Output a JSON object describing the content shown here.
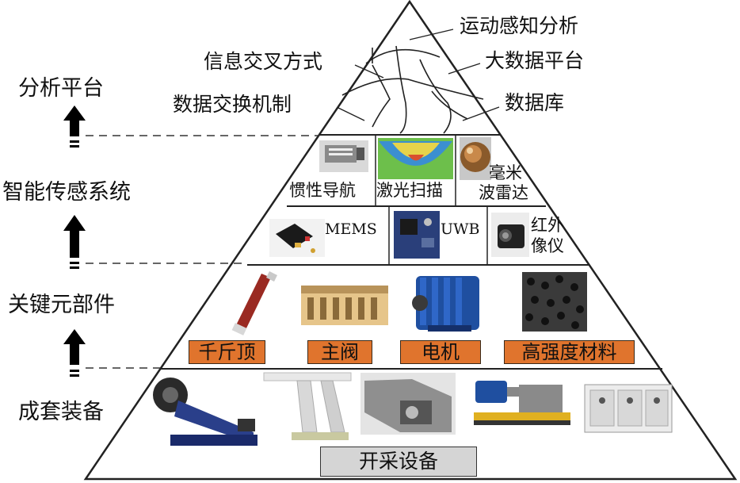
{
  "levels": {
    "analysis": "分析平台",
    "sensing": "智能传感系统",
    "components": "关键元部件",
    "equipment": "成套装备"
  },
  "apex": {
    "motion": "运动感知分析",
    "info_exchange": "信息交叉方式",
    "big_data": "大数据平台",
    "data_exchange": "数据交换机制",
    "database": "数据库"
  },
  "sensing_upper": {
    "inertial": "惯性导航",
    "laser": "激光扫描",
    "radar_line1": "毫米",
    "radar_line2": "波雷达"
  },
  "sensing_lower": {
    "mems": "MEMS",
    "uwb": "UWB",
    "ir_line1": "红外",
    "ir_line2": "像仪"
  },
  "components": {
    "jack": "千斤顶",
    "valve": "主阀",
    "motor": "电机",
    "material": "高强度材料"
  },
  "base": {
    "label": "开采设备"
  },
  "colors": {
    "tag_fill": "#e0742d",
    "base_fill": "#d5d5d5"
  }
}
